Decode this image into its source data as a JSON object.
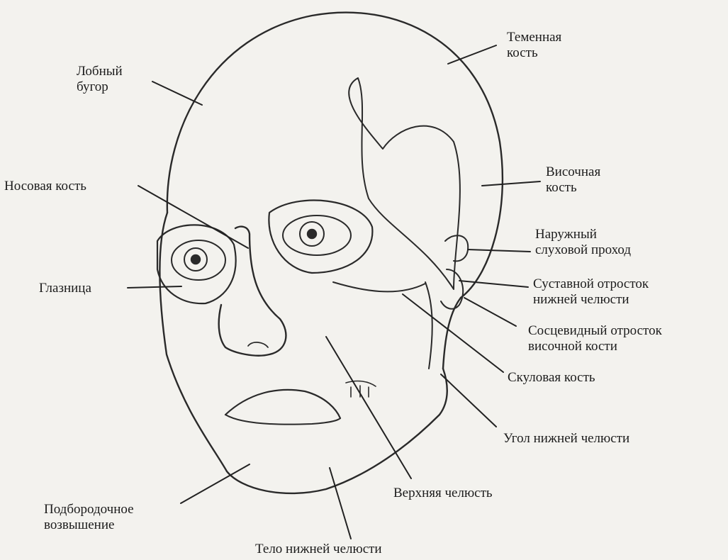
{
  "figure": {
    "labels": {
      "frontal_tuber": [
        "Лобный",
        "бугор"
      ],
      "parietal_bone": [
        "Теменная",
        "кость"
      ],
      "nasal_bone": "Носовая кость",
      "temporal_bone": [
        "Височная",
        "кость"
      ],
      "external_auditory_canal": [
        "Наружный",
        "слуховой проход"
      ],
      "orbit": "Глазница",
      "condylar_process": [
        "Суставной отросток",
        "нижней челюсти"
      ],
      "mastoid_process": [
        "Сосцевидный отросток",
        "височной кости"
      ],
      "zygomatic_bone": "Скуловая кость",
      "mandible_angle": "Угол нижней челюсти",
      "maxilla": "Верхняя челюсть",
      "mental_protuberance": [
        "Подбородочное",
        "возвышение"
      ],
      "mandible_body": "Тело нижней челюсти"
    }
  }
}
